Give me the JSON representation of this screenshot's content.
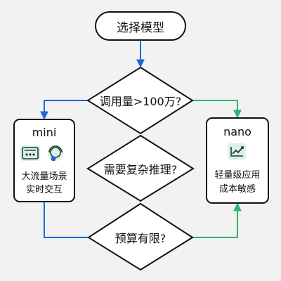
{
  "nodes": {
    "start": {
      "label": "选择模型"
    },
    "q_volume": {
      "label": "调用量>100万?"
    },
    "q_reasoning": {
      "label": "需要复杂推理?"
    },
    "q_budget": {
      "label": "预算有限?"
    },
    "mini": {
      "title": "mini",
      "desc_line1": "大流量场景",
      "desc_line2": "实时交互",
      "icons": [
        "radio-device-icon",
        "headset-globe-icon"
      ]
    },
    "nano": {
      "title": "nano",
      "desc_line1": "轻量级应用",
      "desc_line2": "成本敏感",
      "icons": [
        "growth-chart-icon"
      ]
    }
  },
  "colors": {
    "box_stroke": "#111111",
    "box_fill": "#ffffff",
    "blue_arrow": "#1f67d8",
    "green_arrow": "#2bb673",
    "icon_bg": "#dcefe4",
    "icon_dark": "#1d3d33"
  }
}
